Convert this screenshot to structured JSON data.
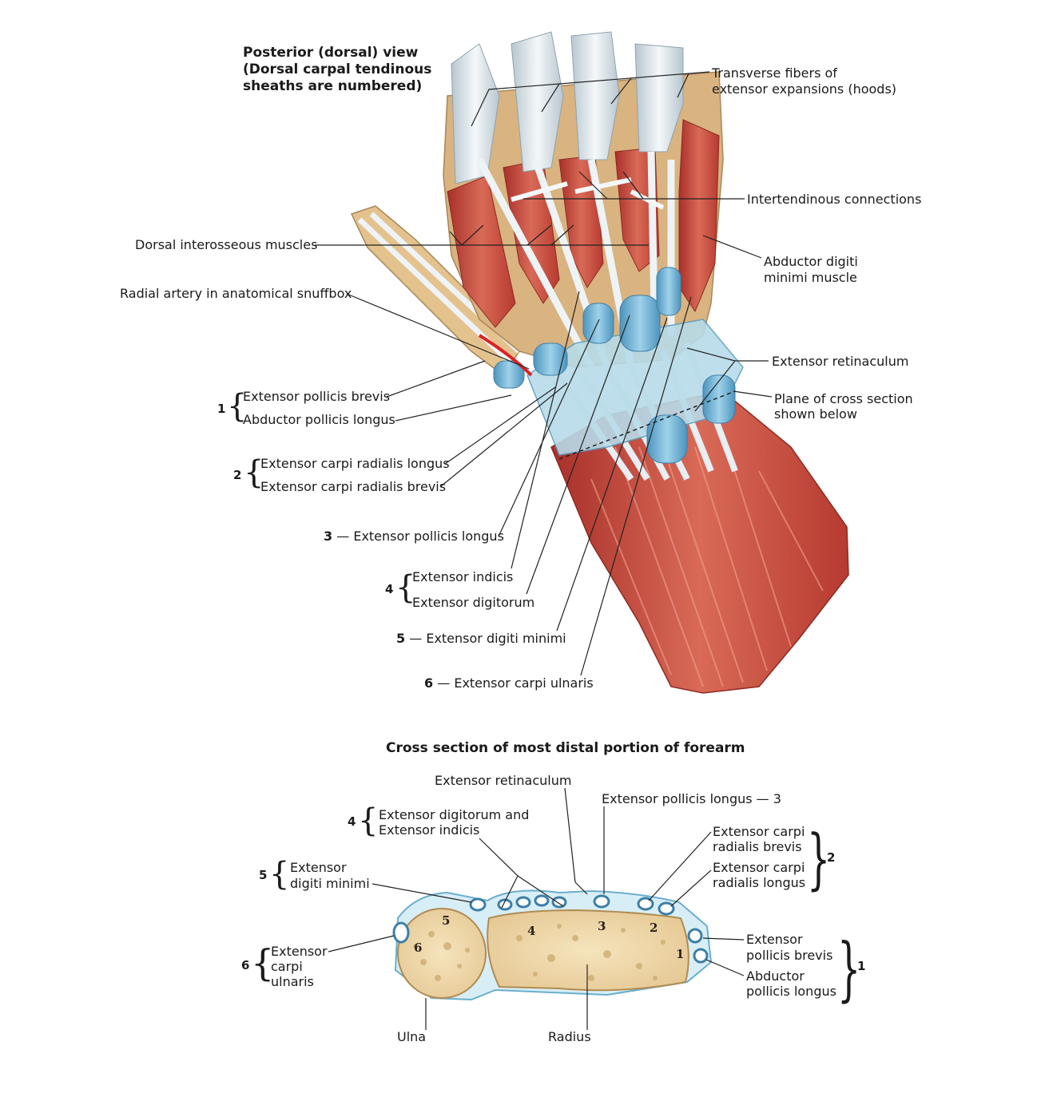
{
  "hand_view": {
    "title": [
      "Posterior (dorsal) view",
      "(Dorsal carpal tendinous",
      "sheaths are numbered)"
    ],
    "labels": {
      "transverse_fibers": [
        "Transverse fibers of",
        "extensor expansions (hoods)"
      ],
      "intertendinous": "Intertendinous connections",
      "dorsal_interosseous": "Dorsal interosseous muscles",
      "abductor_digiti_minimi": [
        "Abductor digiti",
        "minimi muscle"
      ],
      "radial_artery": "Radial artery in anatomical snuffbox",
      "extensor_retinaculum": "Extensor retinaculum",
      "plane_cross_section": [
        "Plane of cross section",
        "shown below"
      ]
    },
    "compartments": {
      "c1": {
        "num": "1",
        "items": [
          "Extensor pollicis brevis",
          "Abductor pollicis longus"
        ]
      },
      "c2": {
        "num": "2",
        "items": [
          "Extensor carpi radialis longus",
          "Extensor carpi radialis brevis"
        ]
      },
      "c3": {
        "num": "3",
        "dash": "—",
        "item": "Extensor pollicis longus"
      },
      "c4": {
        "num": "4",
        "items": [
          "Extensor indicis",
          "Extensor digitorum"
        ]
      },
      "c5": {
        "num": "5",
        "dash": "—",
        "item": "Extensor digiti minimi"
      },
      "c6": {
        "num": "6",
        "dash": "—",
        "item": "Extensor carpi ulnaris"
      }
    }
  },
  "cross_section": {
    "title": "Cross section of most distal portion of forearm",
    "labels": {
      "extensor_retinaculum": "Extensor retinaculum",
      "epl": "Extensor pollicis longus — 3",
      "c4": [
        "Extensor digitorum and",
        "Extensor indicis"
      ],
      "c5": [
        "Extensor",
        "digiti minimi"
      ],
      "c6": [
        "Extensor",
        "carpi",
        "ulnaris"
      ],
      "ecrb": [
        "Extensor carpi",
        "radialis brevis"
      ],
      "ecrl": [
        "Extensor carpi",
        "radialis longus"
      ],
      "epb": [
        "Extensor",
        "pollicis brevis"
      ],
      "apl": [
        "Abductor",
        "pollicis longus"
      ],
      "ulna": "Ulna",
      "radius": "Radius"
    },
    "brace_numbers": {
      "n4": "4",
      "n5": "5",
      "n6": "6",
      "n2": "2",
      "n1": "1"
    },
    "bone_numbers": {
      "b5": "5",
      "b6": "6",
      "b4": "4",
      "b3": "3",
      "b2": "2",
      "b1": "1"
    }
  },
  "colors": {
    "muscle": "#c0443a",
    "muscle_light": "#e07a68",
    "tendon": "#dfe7ec",
    "sheath": "#6fb3d4",
    "bone": "#f1dcae",
    "bone_dark": "#c9a868",
    "skin": "#e8c898"
  }
}
